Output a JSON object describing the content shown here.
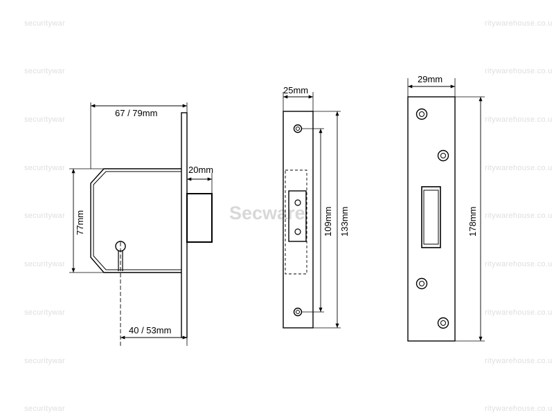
{
  "watermarks": {
    "left": "securitywar",
    "right": "ritywarehouse.co.u",
    "center": "Secware"
  },
  "dimensions": {
    "lock_depth": "67 / 79mm",
    "bolt_throw": "20mm",
    "case_height": "77mm",
    "backset": "40 / 53mm",
    "forend_width": "25mm",
    "forend_fixing_centres": "109mm",
    "forend_height": "133mm",
    "keep_width": "29mm",
    "keep_height": "178mm"
  }
}
